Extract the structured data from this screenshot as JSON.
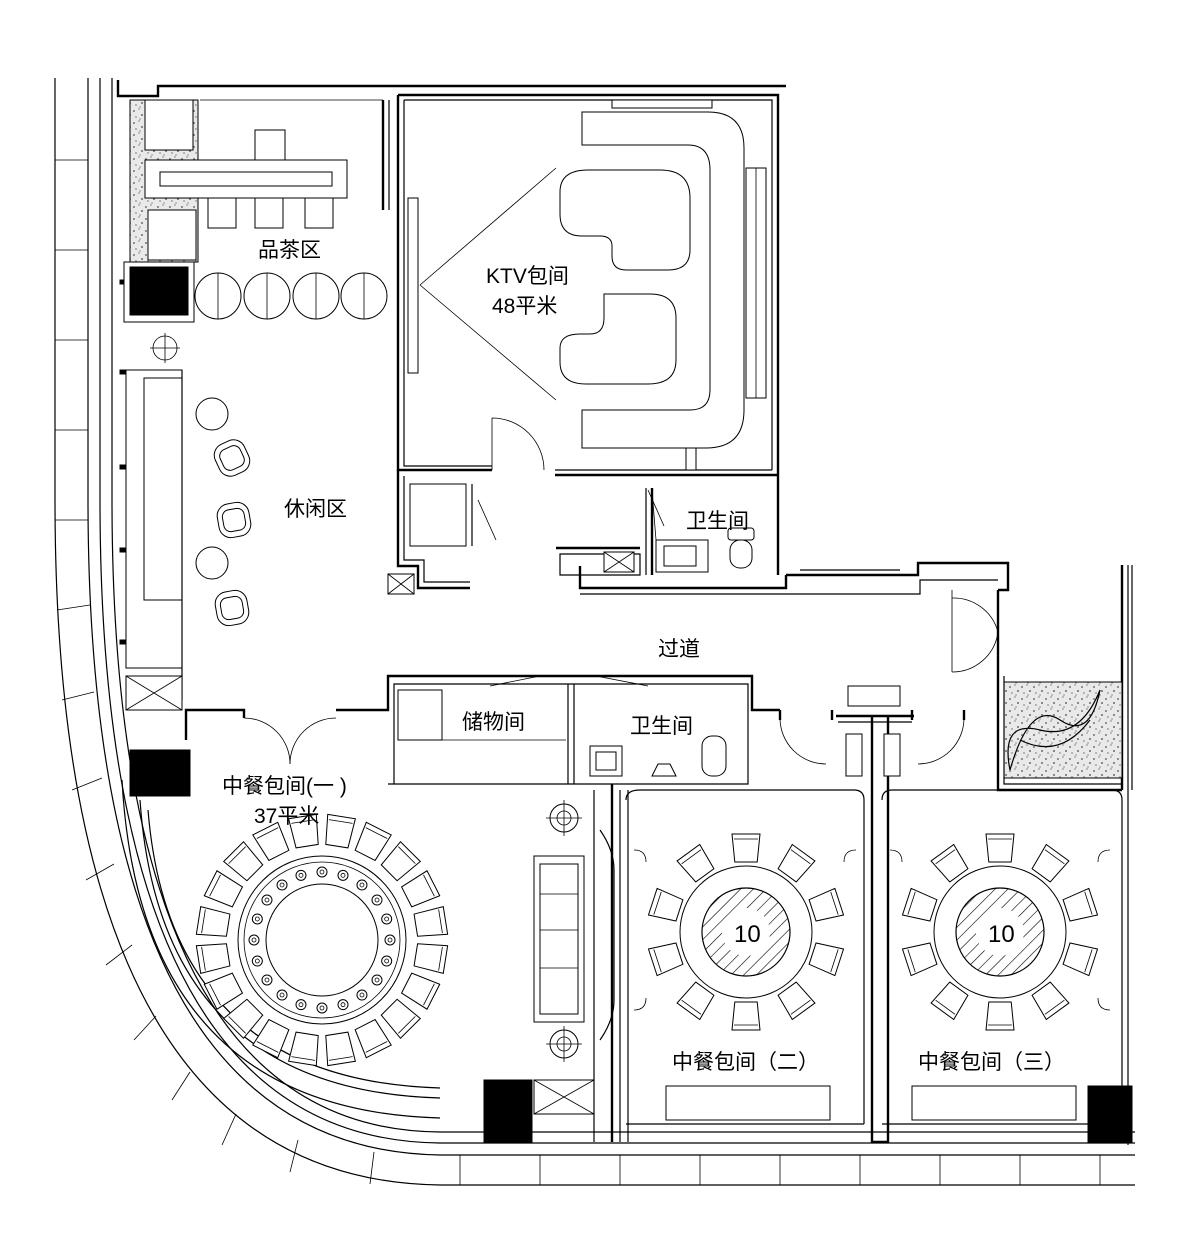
{
  "rooms": {
    "tea_area": "品茶区",
    "ktv_name": "KTV包间",
    "ktv_area": "48平米",
    "lounge": "休闲区",
    "restroom_top": "卫生间",
    "corridor": "过道",
    "storage": "储物间",
    "restroom_mid": "卫生间",
    "dining1_name": "中餐包间(一 )",
    "dining1_area": "37平米",
    "dining2_name": "中餐包间（二）",
    "dining3_name": "中餐包间（三）"
  },
  "tables": {
    "table2_seats": "10",
    "table3_seats": "10"
  }
}
